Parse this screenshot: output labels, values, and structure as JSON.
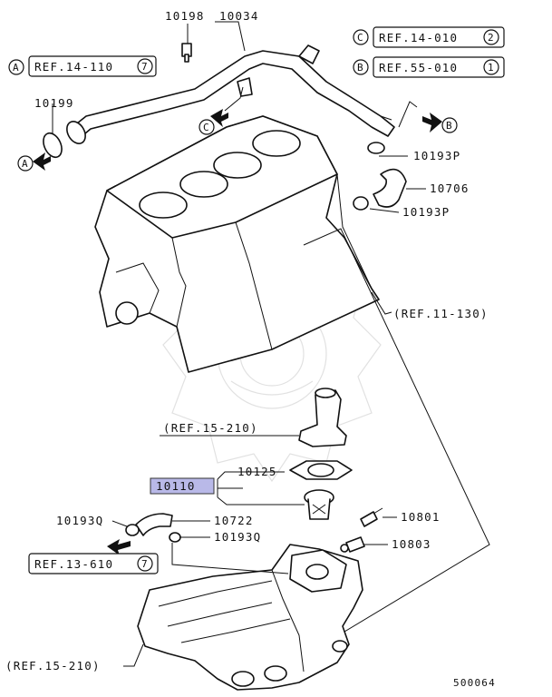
{
  "diagram": {
    "part_labels": {
      "p10198": "10198",
      "p10034": "10034",
      "p10199": "10199",
      "p10193p_a": "10193P",
      "p10706": "10706",
      "p10193p_b": "10193P",
      "p10125": "10125",
      "p10110": "10110",
      "p10193q_a": "10193Q",
      "p10722": "10722",
      "p10193q_b": "10193Q",
      "p10801": "10801",
      "p10803": "10803"
    },
    "references": {
      "ref_14_110": {
        "letter": "A",
        "text": "REF.14-110",
        "num": "7"
      },
      "ref_14_010": {
        "letter": "C",
        "text": "REF.14-010",
        "num": "2"
      },
      "ref_55_010": {
        "letter": "B",
        "text": "REF.55-010",
        "num": "1"
      },
      "ref_13_610": {
        "text": "REF.13-610",
        "num": "7"
      },
      "ref_11_130": "(REF.11-130)",
      "ref_15_210_upper": "(REF.15-210)",
      "ref_15_210_lower": "(REF.15-210)"
    },
    "markers": {
      "a_left": "A",
      "b_right": "B",
      "c_mid": "C"
    },
    "diagram_number": "500064",
    "colors": {
      "highlight": "#b9b9e8",
      "ink": "#111111"
    }
  }
}
